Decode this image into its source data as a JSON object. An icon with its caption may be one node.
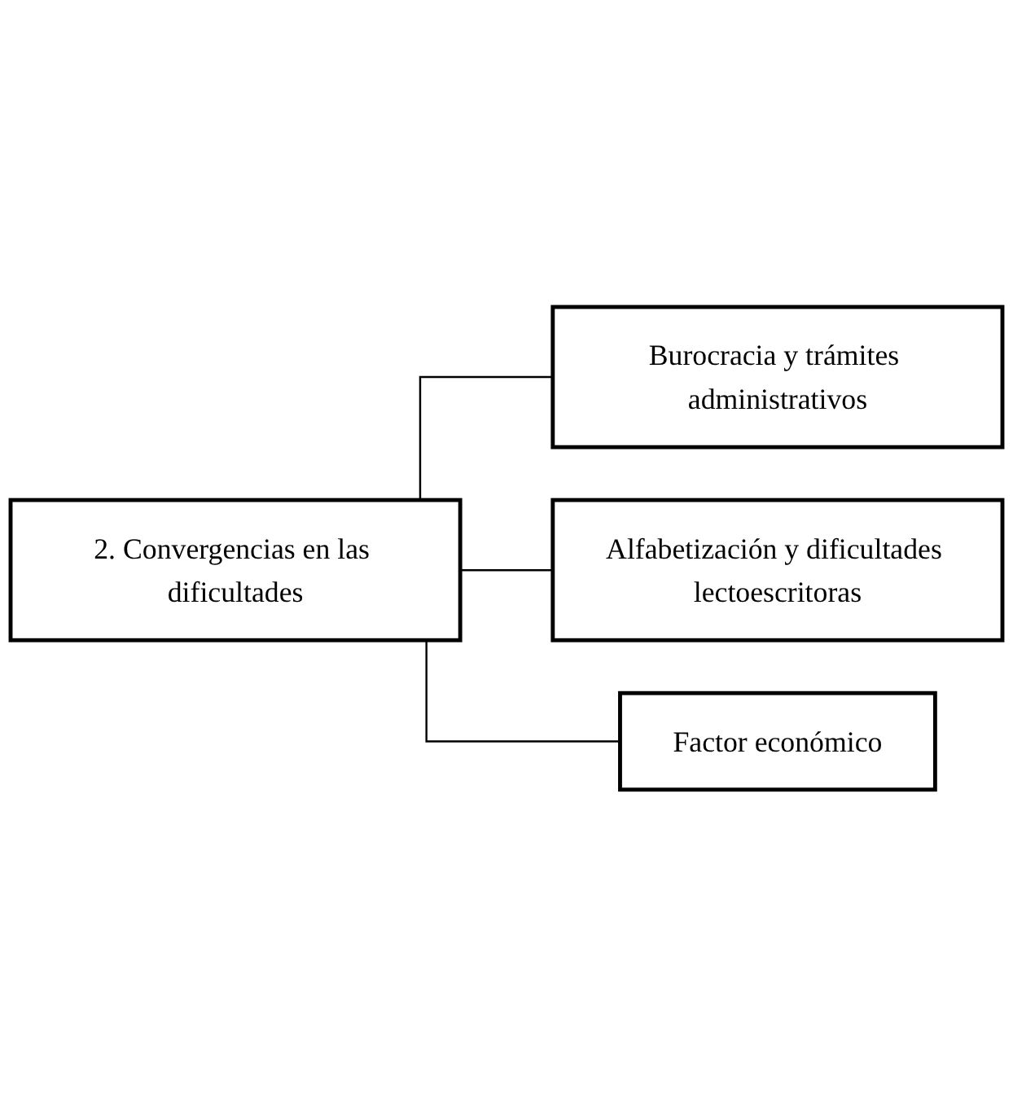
{
  "diagram": {
    "nodes": [
      {
        "text": [
          "2. Convergencias en las dificultades"
        ]
      },
      {
        "text": [
          "Burocracia y trámites administrativos"
        ]
      },
      {
        "text": [
          "Alfabetización y dificultades lectoescritoras"
        ]
      },
      {
        "text": [
          "Factor económico"
        ]
      }
    ],
    "edges": [
      {
        "from": 0,
        "to": 1,
        "arrow": "none"
      },
      {
        "from": 0,
        "to": 2,
        "arrow": "none"
      },
      {
        "from": 0,
        "to": 3,
        "arrow": "none"
      }
    ]
  }
}
